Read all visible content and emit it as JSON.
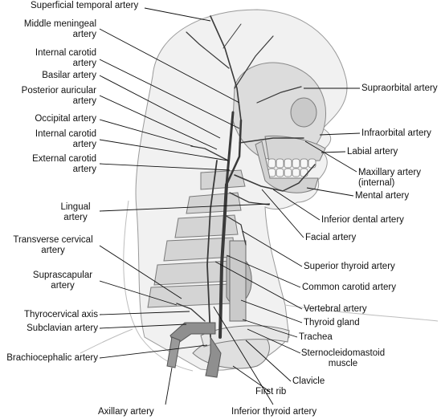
{
  "labels": {
    "superficial_temporal": "Superficial temporal artery",
    "middle_meningeal_1": "Middle meningeal",
    "middle_meningeal_2": "artery",
    "internal_carotid_top_1": "Internal carotid",
    "internal_carotid_top_2": "artery",
    "basilar": "Basilar artery",
    "posterior_auricular_1": "Posterior auricular",
    "posterior_auricular_2": "artery",
    "occipital": "Occipital artery",
    "internal_carotid_low_1": "Internal carotid",
    "internal_carotid_low_2": "artery",
    "external_carotid_1": "External carotid",
    "external_carotid_2": "artery",
    "lingual_1": "Lingual",
    "lingual_2": "artery",
    "transverse_cervical_1": "Transverse cervical",
    "transverse_cervical_2": "artery",
    "suprascapular_1": "Suprascapular",
    "suprascapular_2": "artery",
    "thyrocervical": "Thyrocervical axis",
    "subclavian": "Subclavian artery",
    "brachiocephalic": "Brachiocephalic artery",
    "axillary": "Axillary artery",
    "inferior_thyroid": "Inferior thyroid artery",
    "first_rib": "First rib",
    "clavicle": "Clavicle",
    "sternocleidomastoid_1": "Sternocleidomastoid",
    "sternocleidomastoid_2": "muscle",
    "trachea": "Trachea",
    "thyroid_gland": "Thyroid gland",
    "vertebral": "Vertebral artery",
    "common_carotid": "Common carotid artery",
    "superior_thyroid": "Superior thyroid artery",
    "facial": "Facial artery",
    "inferior_dental": "Inferior dental artery",
    "mental": "Mental artery",
    "maxillary_1": "Maxillary artery",
    "maxillary_2": "(internal)",
    "labial": "Labial artery",
    "infraorbital": "Infraorbital artery",
    "supraorbital": "Supraorbital artery"
  }
}
